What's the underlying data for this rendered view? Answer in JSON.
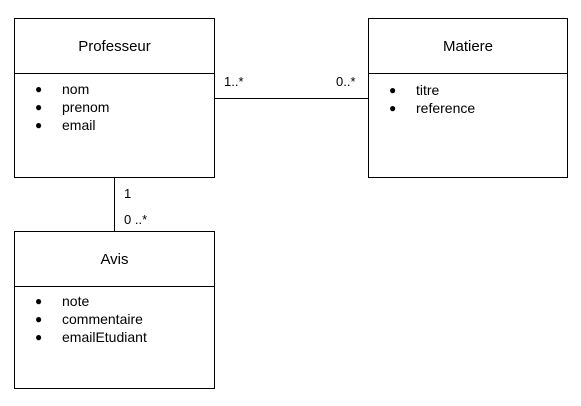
{
  "classes": {
    "professeur": {
      "name": "Professeur",
      "attributes": [
        "nom",
        "prenom",
        "email"
      ]
    },
    "matiere": {
      "name": "Matiere",
      "attributes": [
        "titre",
        "reference"
      ]
    },
    "avis": {
      "name": "Avis",
      "attributes": [
        "note",
        "commentaire",
        "emailEtudiant"
      ]
    }
  },
  "associations": {
    "professeur_matiere": {
      "source_multiplicity": "1..*",
      "target_multiplicity": "0..*"
    },
    "professeur_avis": {
      "source_multiplicity": "1",
      "target_multiplicity": "0 ..*"
    }
  },
  "bullet": "●"
}
